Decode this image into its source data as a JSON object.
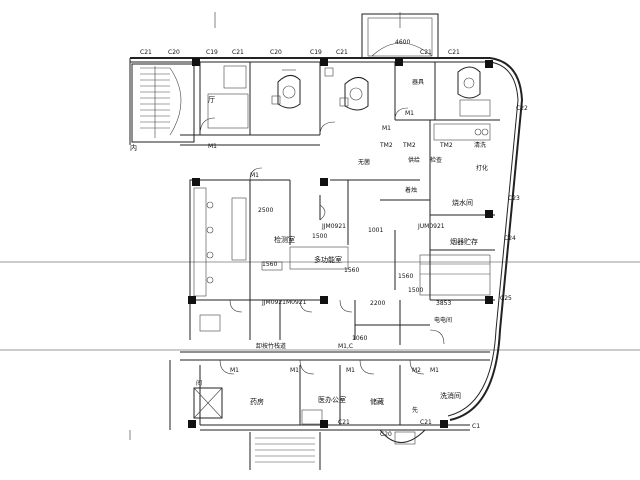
{
  "colors": {
    "line": "#222222",
    "column": "#111111",
    "background": "#ffffff"
  },
  "icons": [
    "dental-chair-icon",
    "stair-icon",
    "door-arc-icon"
  ],
  "labels": {
    "c21_a": "C21",
    "c20_a": "C20",
    "c19_a": "C19",
    "c21_b": "C21",
    "c20_b": "C20",
    "c19_b": "C19",
    "c21_c": "C21",
    "c21_d": "C21",
    "c21_e": "C21",
    "elev_top": "4600",
    "c22": "C22",
    "c23": "C23",
    "m1_topleft": "M1",
    "m1_mid": "M1",
    "m1_top2": "M1",
    "tm2_a": "TM2",
    "tm2_b": "TM2",
    "tm2_c": "TM2",
    "qiju": "器具",
    "jiancha": "检查",
    "gongji": "供给",
    "qingxi": "清洗",
    "dahua": "打化",
    "wuding": "无菌",
    "m1_lab": "M1",
    "dim_2500": "2500",
    "jiance": "检测室",
    "jum_0921a": "JJM0921",
    "dim_1500": "1500",
    "dim_1001": "1001",
    "dim_1560_l": "1560",
    "multi_room": "多功能室",
    "dim_1560_c": "1560",
    "dim_1560_r": "1560",
    "zhuozhi": "着烛",
    "shuimen": "烧水间",
    "jum_0921b": "JUM0921",
    "jingqi": "烟器贮存",
    "dim_1500_r": "1500",
    "dim_2200": "2200",
    "dim_3853": "3853",
    "shuidian": "电电间",
    "ting": "厅",
    "jum_pair": "JJM0921M0921",
    "dim_1060": "1060",
    "shouye": "卸按竹栈道",
    "mlc": "M1,C",
    "m1_bl": "M1",
    "m1_b2": "M1",
    "m1_b3": "M1",
    "m2_b": "M2",
    "m1_b4": "M1",
    "yaofang": "药房",
    "bangongshi": "医办公室",
    "jianying": "储藏",
    "xishouzi": "洗消间",
    "c21_bottom": "C21",
    "c20_bottom": "C20",
    "c21_bottom2": "C21",
    "c1_bottom": "C1",
    "jian": "间",
    "xian": "先",
    "side_left": "内",
    "c24": "C24",
    "c25": "C25"
  }
}
